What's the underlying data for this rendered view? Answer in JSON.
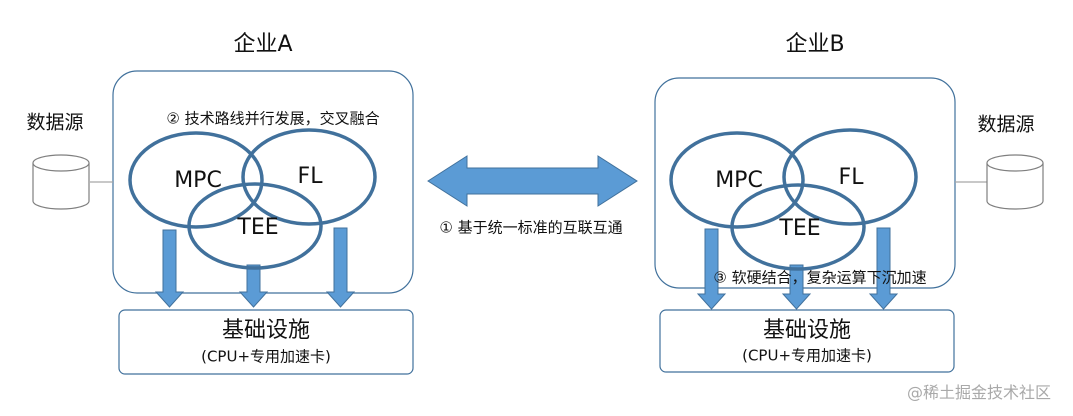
{
  "enterprise_a": {
    "title": "企业A",
    "data_source": "数据源",
    "circles": [
      "MPC",
      "FL",
      "TEE"
    ],
    "note": "② 技术路线并行发展，交叉融合",
    "infra": {
      "title": "基础设施",
      "subtitle": "(CPU+专用加速卡)"
    }
  },
  "enterprise_b": {
    "title": "企业B",
    "data_source": "数据源",
    "circles": [
      "MPC",
      "FL",
      "TEE"
    ],
    "note": "③ 软硬结合，复杂运算下沉加速",
    "infra": {
      "title": "基础设施",
      "subtitle": "(CPU+专用加速卡)"
    }
  },
  "interconnect_note": "① 基于统一标准的互联互通",
  "watermark": "@稀土掘金技术社区",
  "colors": {
    "circle_stroke": "#41719c",
    "arrow_fill": "#5b9bd5",
    "arrow_stroke": "#41719c",
    "box_stroke": "#41719c",
    "connector": "#a6a6a6"
  }
}
